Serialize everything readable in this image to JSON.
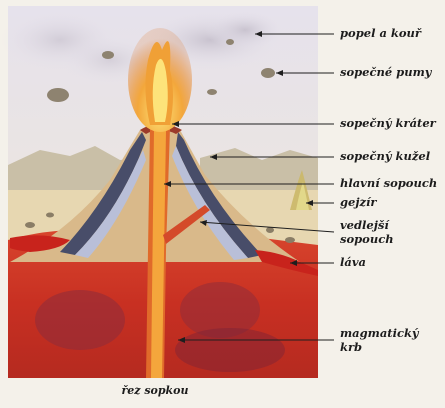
{
  "labels": {
    "ash_smoke": "popel a kouř",
    "volcanic_bombs": "sopečné pumy",
    "crater": "sopečný kráter",
    "cone": "sopečný kužel",
    "main_vent": "hlavní sopouch",
    "geyser": "gejzír",
    "side_vent_1": "vedlejší",
    "side_vent_2": "sopouch",
    "lava": "láva",
    "magma_chamber_1": "magmatický",
    "magma_chamber_2": "krb"
  },
  "caption": "řez sopkou",
  "colors": {
    "sky": "#e9e6ec",
    "magma": "#d23a26",
    "lava_flow": "#c8231c",
    "cone_tan": "#d9b98a",
    "ground": "#e7d7b1",
    "leader_line": "#1e1e1e"
  }
}
